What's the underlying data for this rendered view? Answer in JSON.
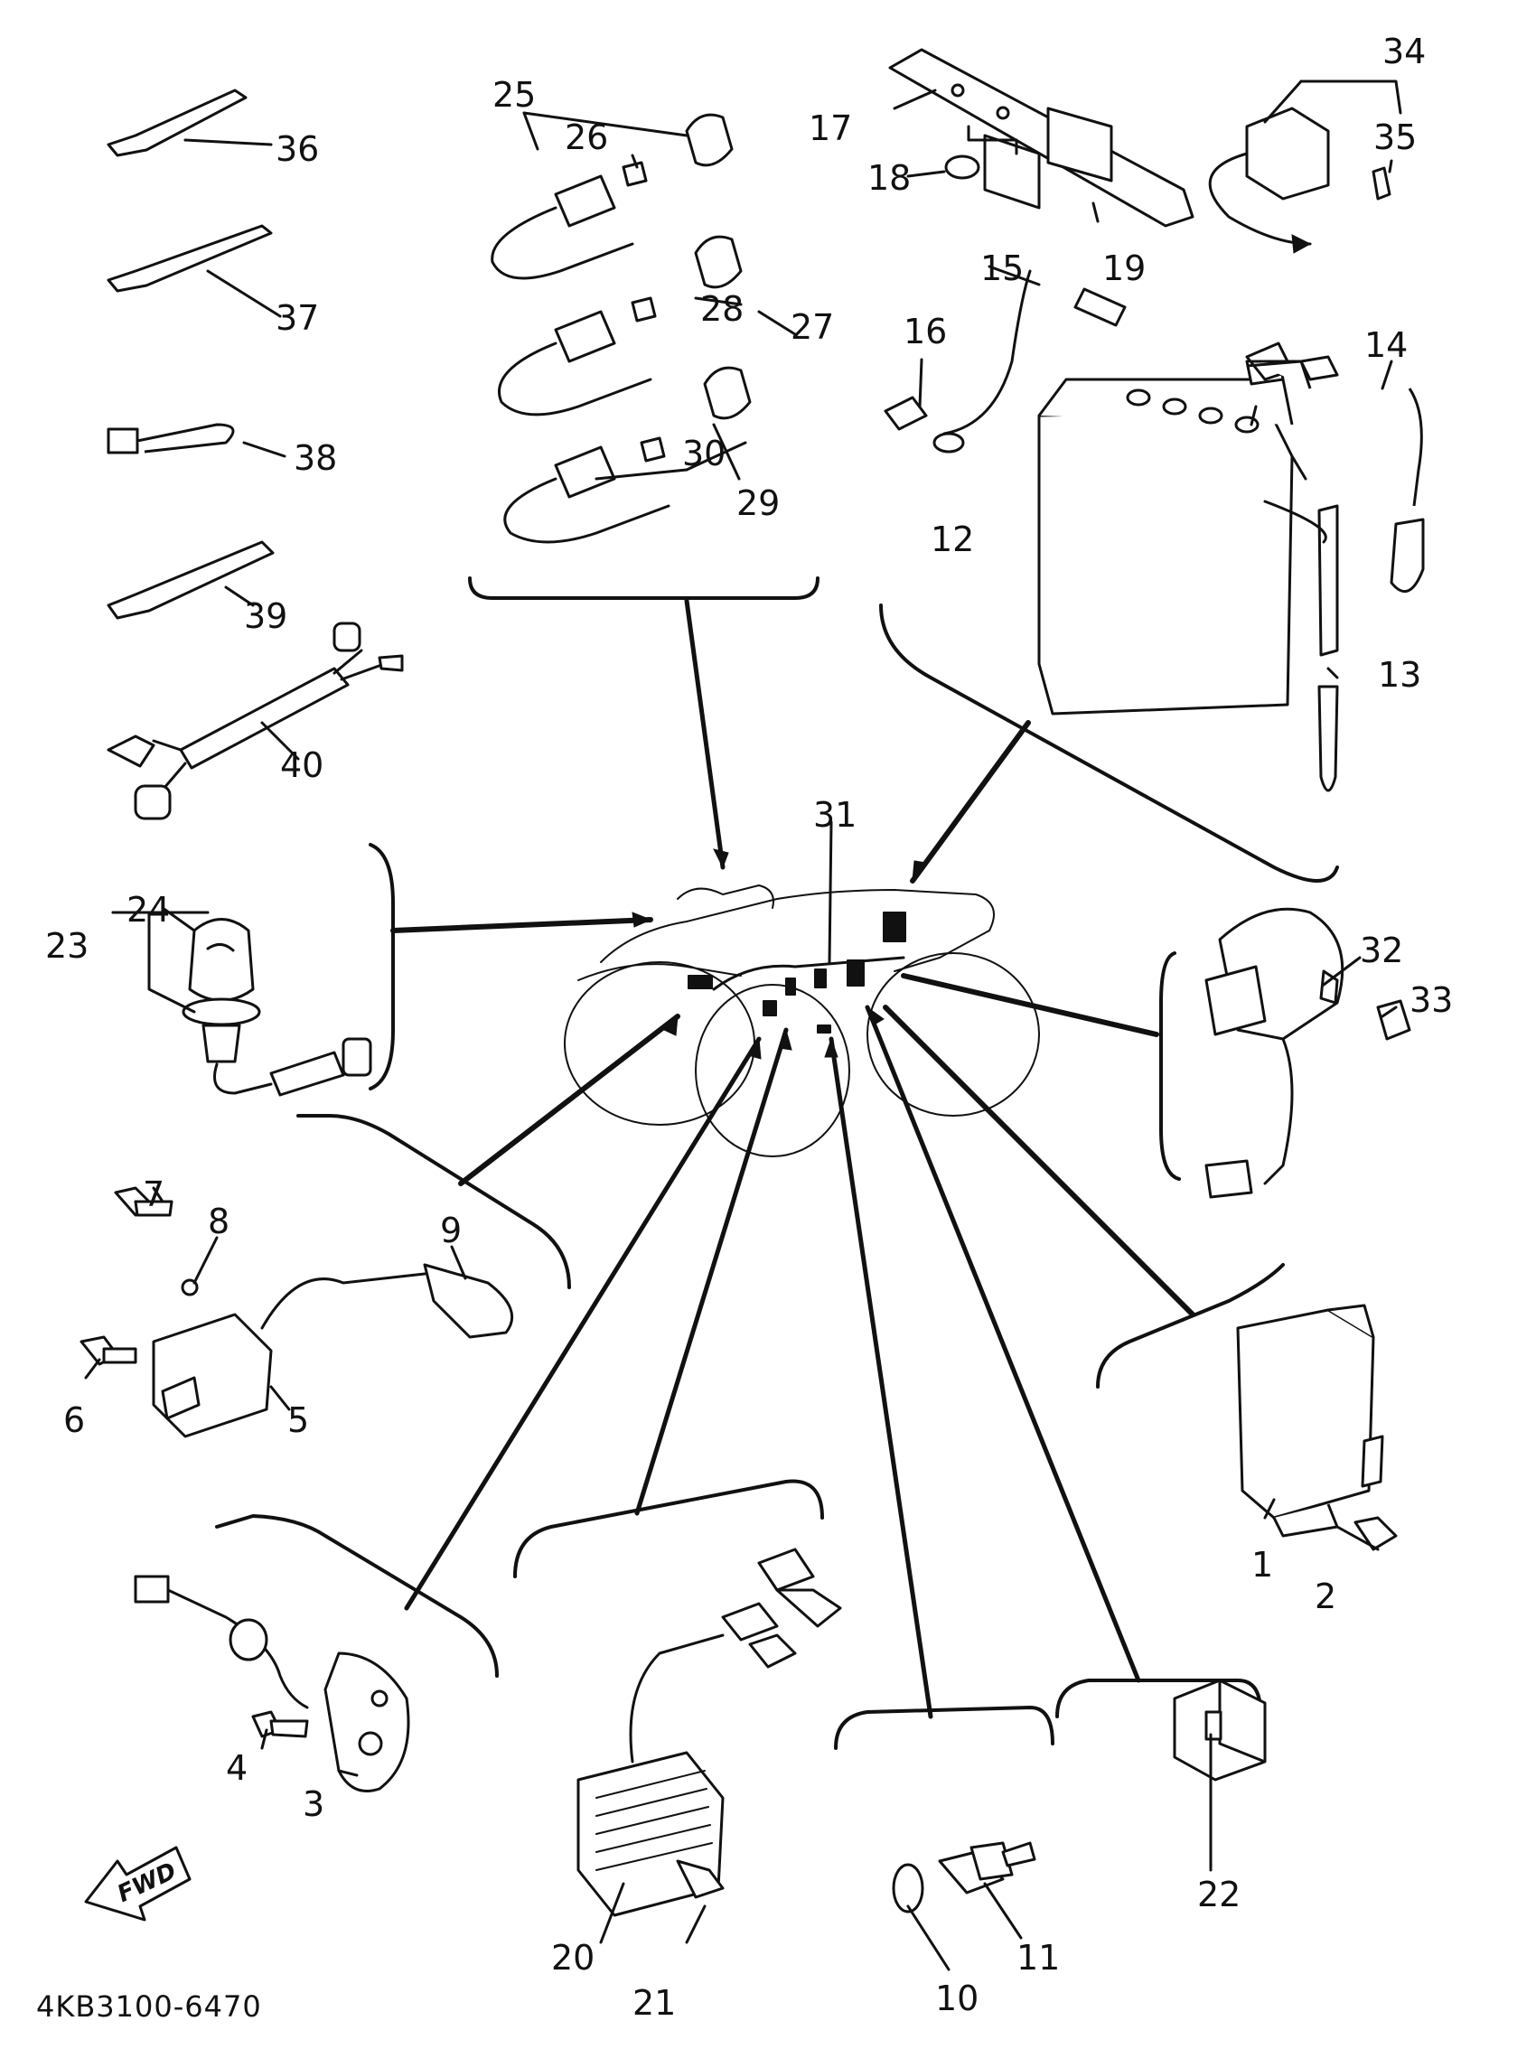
{
  "diagram": {
    "reference_code": "4KB3100-6470",
    "direction_arrow": "FWD",
    "callouts": [
      {
        "id": "c1",
        "text": "1"
      },
      {
        "id": "c2",
        "text": "2"
      },
      {
        "id": "c3",
        "text": "3"
      },
      {
        "id": "c4",
        "text": "4"
      },
      {
        "id": "c5",
        "text": "5"
      },
      {
        "id": "c6",
        "text": "6"
      },
      {
        "id": "c7",
        "text": "7"
      },
      {
        "id": "c8",
        "text": "8"
      },
      {
        "id": "c9",
        "text": "9"
      },
      {
        "id": "c10",
        "text": "10"
      },
      {
        "id": "c11",
        "text": "11"
      },
      {
        "id": "c12",
        "text": "12"
      },
      {
        "id": "c13",
        "text": "13"
      },
      {
        "id": "c14",
        "text": "14"
      },
      {
        "id": "c15",
        "text": "15"
      },
      {
        "id": "c16",
        "text": "16"
      },
      {
        "id": "c17",
        "text": "17"
      },
      {
        "id": "c18",
        "text": "18"
      },
      {
        "id": "c19",
        "text": "19"
      },
      {
        "id": "c20",
        "text": "20"
      },
      {
        "id": "c21",
        "text": "21"
      },
      {
        "id": "c22",
        "text": "22"
      },
      {
        "id": "c23",
        "text": "23"
      },
      {
        "id": "c24",
        "text": "24"
      },
      {
        "id": "c25",
        "text": "25"
      },
      {
        "id": "c26",
        "text": "26"
      },
      {
        "id": "c27",
        "text": "27"
      },
      {
        "id": "c28",
        "text": "28"
      },
      {
        "id": "c29",
        "text": "29"
      },
      {
        "id": "c30",
        "text": "30"
      },
      {
        "id": "c31",
        "text": "31"
      },
      {
        "id": "c32",
        "text": "32"
      },
      {
        "id": "c33",
        "text": "33"
      },
      {
        "id": "c34",
        "text": "34"
      },
      {
        "id": "c35",
        "text": "35"
      },
      {
        "id": "c36",
        "text": "36"
      },
      {
        "id": "c37",
        "text": "37"
      },
      {
        "id": "c38",
        "text": "38"
      },
      {
        "id": "c39",
        "text": "39"
      },
      {
        "id": "c40",
        "text": "40"
      }
    ]
  }
}
